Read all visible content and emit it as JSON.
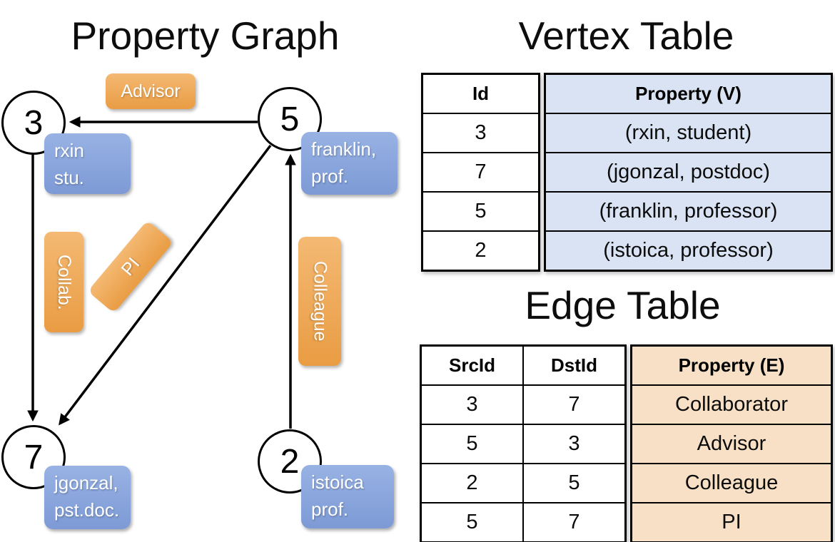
{
  "graph": {
    "title": "Property Graph",
    "nodes": [
      {
        "label": "3",
        "prop_line1": "rxin",
        "prop_line2": "stu."
      },
      {
        "label": "5",
        "prop_line1": "franklin,",
        "prop_line2": "prof."
      },
      {
        "label": "7",
        "prop_line1": "jgonzal,",
        "prop_line2": "pst.doc."
      },
      {
        "label": "2",
        "prop_line1": "istoica",
        "prop_line2": "prof."
      }
    ],
    "edge_labels": {
      "advisor": "Advisor",
      "collab": "Collab.",
      "pi": "PI",
      "colleague": "Colleague"
    }
  },
  "vertex_table": {
    "title": "Vertex Table",
    "columns": [
      "Id",
      "Property (V)"
    ],
    "rows": [
      [
        "3",
        "(rxin, student)"
      ],
      [
        "7",
        "(jgonzal, postdoc)"
      ],
      [
        "5",
        "(franklin, professor)"
      ],
      [
        "2",
        "(istoica, professor)"
      ]
    ]
  },
  "edge_table": {
    "title": "Edge Table",
    "columns": [
      "SrcId",
      "DstId",
      "Property (E)"
    ],
    "rows": [
      [
        "3",
        "7",
        "Collaborator"
      ],
      [
        "5",
        "3",
        "Advisor"
      ],
      [
        "2",
        "5",
        "Colleague"
      ],
      [
        "5",
        "7",
        "PI"
      ]
    ]
  },
  "colors": {
    "blueBoxTop": "#98b2e3",
    "blueBoxBottom": "#7d9ad6",
    "orangeTop": "#f4b973",
    "orangeBottom": "#e99c43",
    "vertexCellBg": "#dae3f3",
    "edgeCellBg": "#f7e0c5",
    "ink": "#000000"
  }
}
